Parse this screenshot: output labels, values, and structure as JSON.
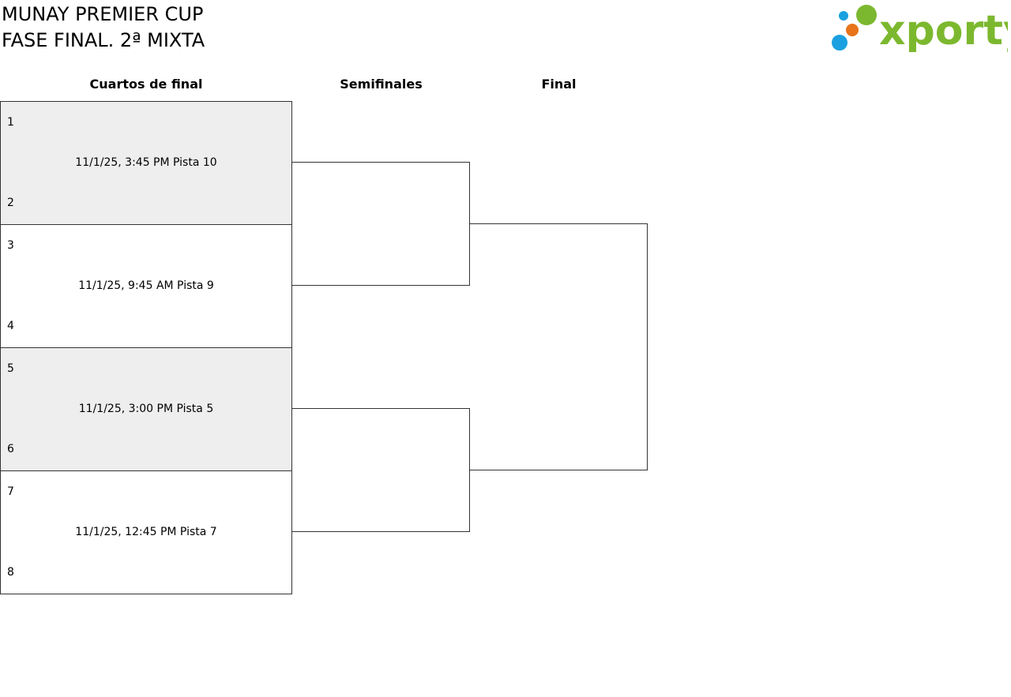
{
  "header": {
    "title_line1": "MUNAY PREMIER CUP",
    "title_line2": "FASE FINAL. 2ª MIXTA"
  },
  "logo": {
    "text": "xporty",
    "colors": {
      "green": "#7cb82f",
      "orange": "#e8731a",
      "blue": "#1aa0e0"
    }
  },
  "rounds": [
    {
      "label": "Cuartos de final"
    },
    {
      "label": "Semifinales"
    },
    {
      "label": "Final"
    }
  ],
  "quarterfinals": [
    {
      "seed_top": "1",
      "seed_bottom": "2",
      "info": "11/1/25, 3:45 PM Pista 10",
      "shaded": true
    },
    {
      "seed_top": "3",
      "seed_bottom": "4",
      "info": "11/1/25, 9:45 AM Pista 9",
      "shaded": false
    },
    {
      "seed_top": "5",
      "seed_bottom": "6",
      "info": "11/1/25, 3:00 PM Pista 5",
      "shaded": true
    },
    {
      "seed_top": "7",
      "seed_bottom": "8",
      "info": "11/1/25, 12:45 PM Pista 7",
      "shaded": false
    }
  ],
  "colors": {
    "shaded_row": "#eeeeee",
    "line": "#333333"
  }
}
